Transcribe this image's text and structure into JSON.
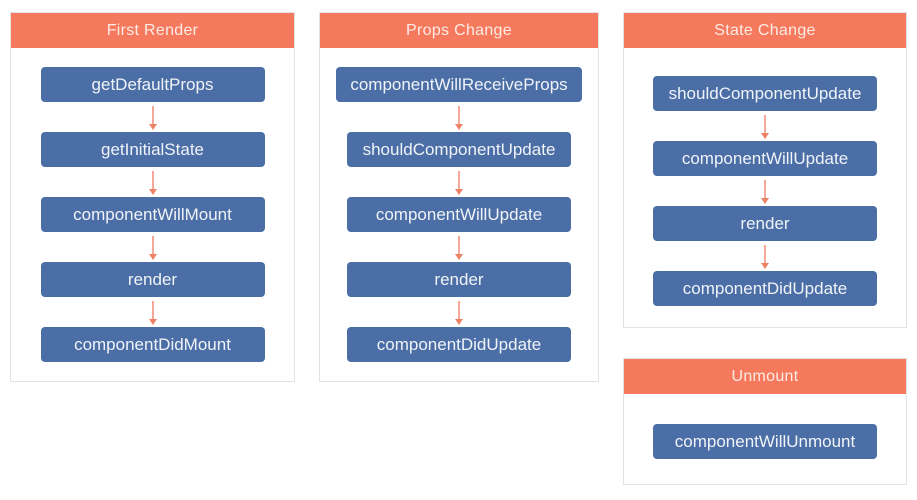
{
  "diagram": {
    "panels": [
      {
        "title": "First Render",
        "steps": [
          "getDefaultProps",
          "getInitialState",
          "componentWillMount",
          "render",
          "componentDidMount"
        ]
      },
      {
        "title": "Props Change",
        "steps": [
          "componentWillReceiveProps",
          "shouldComponentUpdate",
          "componentWillUpdate",
          "render",
          "componentDidUpdate"
        ]
      },
      {
        "title": "State Change",
        "steps": [
          "shouldComponentUpdate",
          "componentWillUpdate",
          "render",
          "componentDidUpdate"
        ]
      },
      {
        "title": "Unmount",
        "steps": [
          "componentWillUnmount"
        ]
      }
    ],
    "colors": {
      "header_bg": "#f5795c",
      "header_text": "#fdebe6",
      "node_bg": "#4a6ea5",
      "node_text": "#f0f3f8",
      "arrow_line": "#f5a897",
      "arrow_head": "#ee8266",
      "panel_border": "#e3e3e3",
      "page_bg": "#ffffff"
    }
  }
}
